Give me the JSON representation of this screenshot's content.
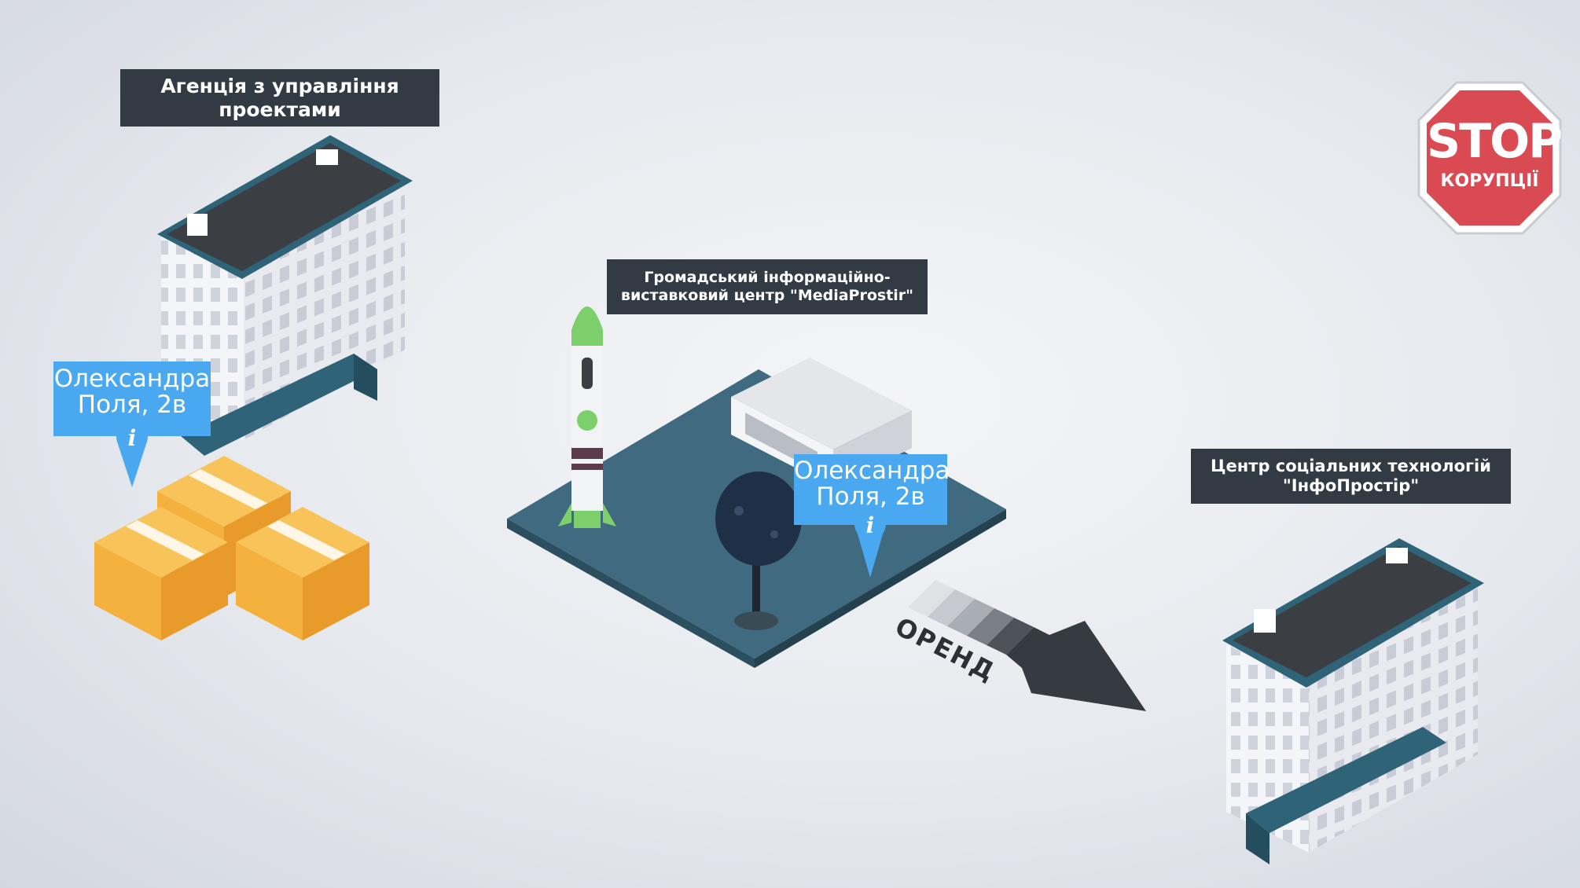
{
  "labels": {
    "agency_line1": "Агенція з управління",
    "agency_line2": "проектами",
    "mediaprostir_line1": "Громадський інформаційно-",
    "mediaprostir_line2": "виставковий центр \"MediaProstir\"",
    "infoprostir_line1": "Центр соціальних технологій",
    "infoprostir_line2": "\"ІнфоПростір\""
  },
  "pins": {
    "left_line1": "Олександра",
    "left_line2": "Поля, 2в",
    "center_line1": "Олександра",
    "center_line2": "Поля, 2в",
    "info_glyph": "i"
  },
  "arrow": {
    "text": "ОРЕНД"
  },
  "stop_sign": {
    "line1": "STOP",
    "line2": "КОРУПЦІЇ"
  },
  "colors": {
    "label_bg": "#323a44",
    "pin_blue": "#4aa8f0",
    "building_roof": "#2f3a42",
    "building_trim": "#2f6478",
    "platform": "#3f6a80",
    "box_orange": "#f5b13d",
    "stop_red": "#d94a52",
    "arrow_dark": "#353b40",
    "rocket_green": "#7ccf6a"
  }
}
